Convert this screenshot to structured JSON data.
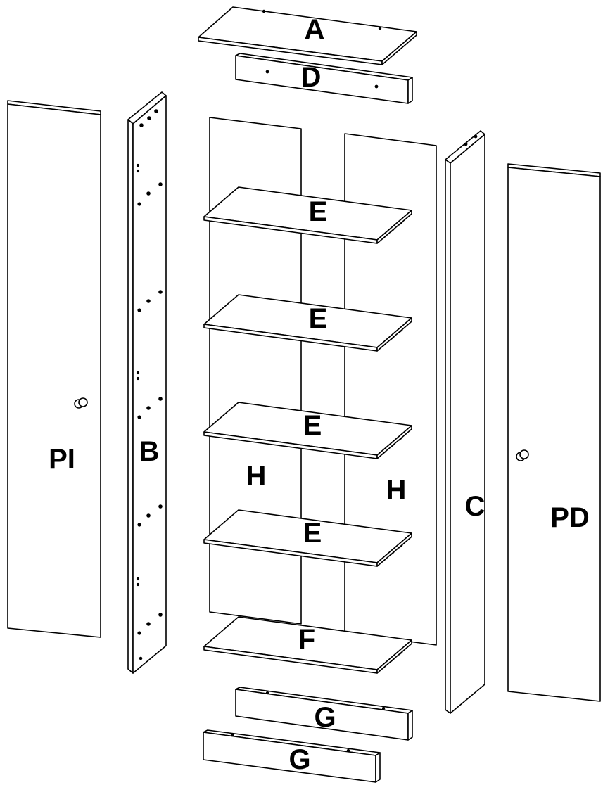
{
  "diagram": {
    "parts": {
      "top": "A",
      "rail_top": "D",
      "shelves": [
        "E",
        "E",
        "E",
        "E"
      ],
      "bottom_shelf": "F",
      "plinths": [
        "G",
        "G"
      ],
      "back_panels": [
        "H",
        "H"
      ],
      "side_left": "B",
      "side_right": "C",
      "door_left": "PI",
      "door_right": "PD"
    }
  }
}
